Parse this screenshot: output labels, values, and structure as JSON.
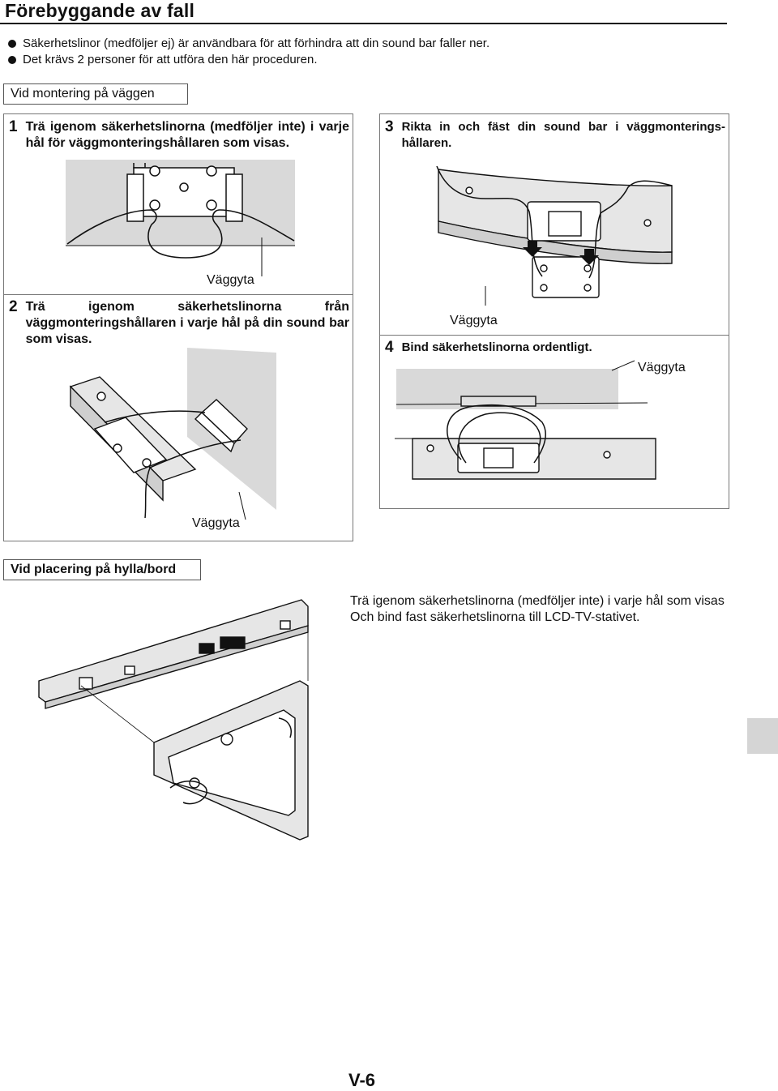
{
  "page": {
    "title": "Förebyggande av fall",
    "bullets": [
      "Säkerhetslinor (medföljer ej) är användbara för att förhindra att din sound bar faller ner.",
      "Det krävs 2 personer för att utföra den här proceduren."
    ],
    "page_number": "V-6"
  },
  "wall_section": {
    "heading": "Vid montering på väggen",
    "steps": [
      {
        "num": "1",
        "text": "Trä igenom säkerhetslinorna (medföljer inte) i varje hål för väggmonteringshållaren som visas."
      },
      {
        "num": "2",
        "text": "Trä igenom säkerhetslinorna från väggmonteringshållaren i varje hål på din sound bar som visas."
      },
      {
        "num": "3",
        "text": "Rikta in och fäst din sound bar i väggmonterings-hållaren."
      },
      {
        "num": "4",
        "text": "Bind säkerhetslinorna ordentligt."
      }
    ],
    "wall_label": "Väggyta"
  },
  "shelf_section": {
    "heading": "Vid placering på hylla/bord",
    "text_line1": "Trä igenom säkerhetslinorna (medföljer inte) i varje hål som visas",
    "text_line2": "Och bind fast säkerhetslinorna till LCD-TV-stativet."
  },
  "colors": {
    "wall_gray": "#d9d9d9",
    "bar_gray": "#e6e6e6",
    "line": "#111111"
  }
}
